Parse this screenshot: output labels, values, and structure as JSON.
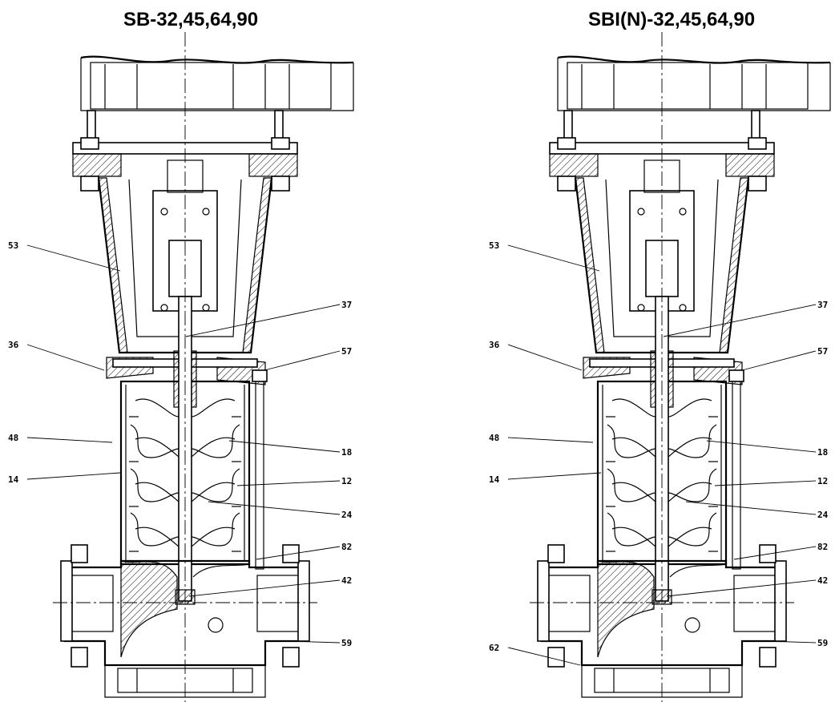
{
  "left_view": {
    "title": "SB-32,45,64,90",
    "labels": [
      "53",
      "36",
      "48",
      "14",
      "37",
      "57",
      "18",
      "12",
      "24",
      "82",
      "42",
      "59"
    ]
  },
  "right_view": {
    "title": "SBI(N)-32,45,64,90",
    "labels": [
      "53",
      "36",
      "48",
      "14",
      "37",
      "57",
      "18",
      "12",
      "24",
      "82",
      "42",
      "59",
      "62"
    ]
  }
}
